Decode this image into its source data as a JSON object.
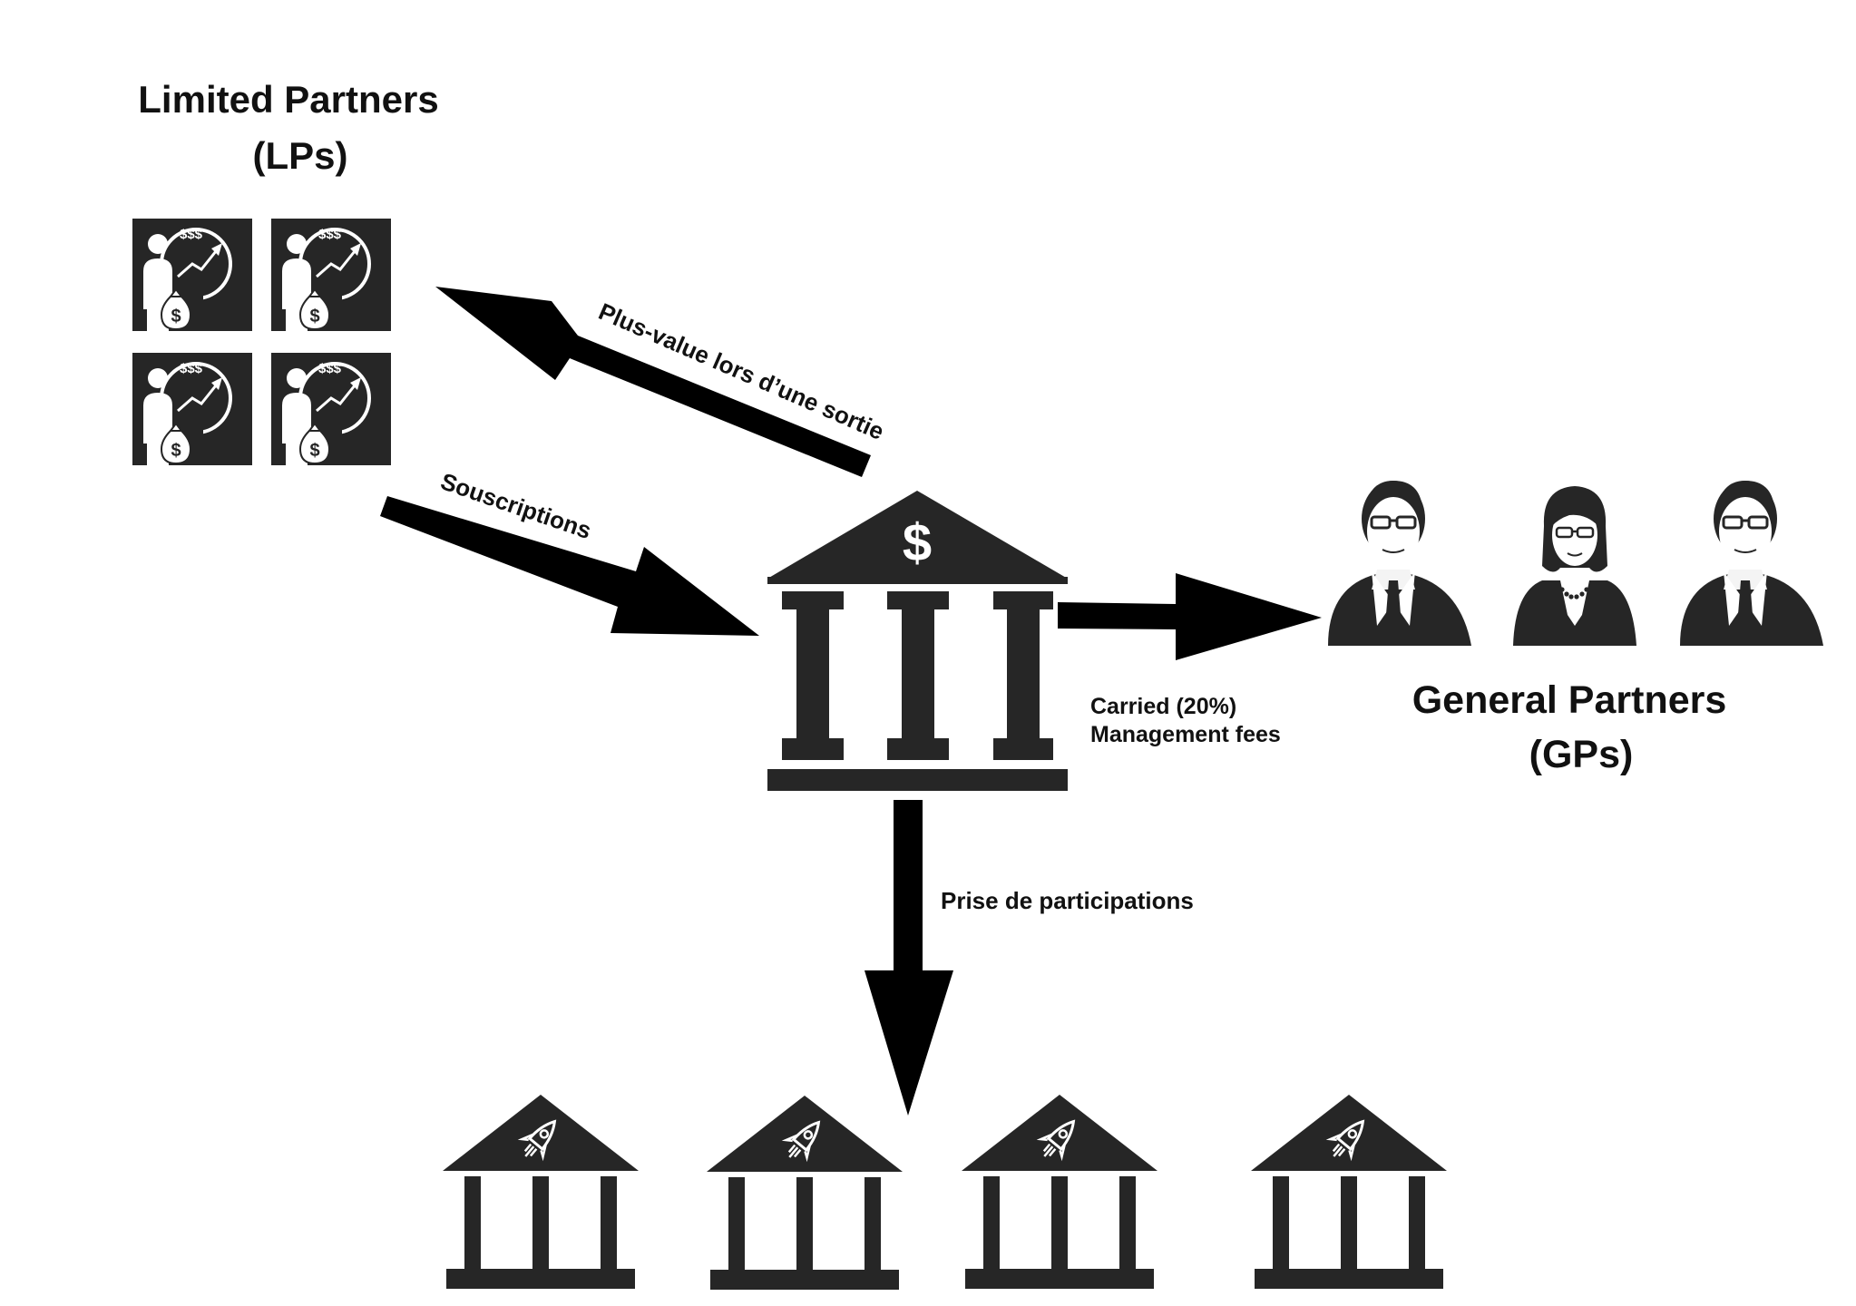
{
  "limited_partners": {
    "title_line1": "Limited Partners",
    "title_line2": "(LPs)",
    "investor_count": 4
  },
  "general_partners": {
    "title_line1": "General Partners",
    "title_line2": "(GPs)",
    "people": [
      "man",
      "woman",
      "man"
    ]
  },
  "fund": {
    "icon": "bank-dollar-icon",
    "symbol": "$"
  },
  "flows": {
    "exit_gain": "Plus-value lors d’une sortie",
    "subscriptions": "Souscriptions",
    "carried": "Carried (20%)",
    "management_fees": "Management fees",
    "investments": "Prise de participations"
  },
  "portfolio": {
    "startup_count": 4,
    "icon": "rocket-icon"
  },
  "colors": {
    "ink": "#111111",
    "icon_dark": "#262626",
    "background": "#ffffff"
  }
}
